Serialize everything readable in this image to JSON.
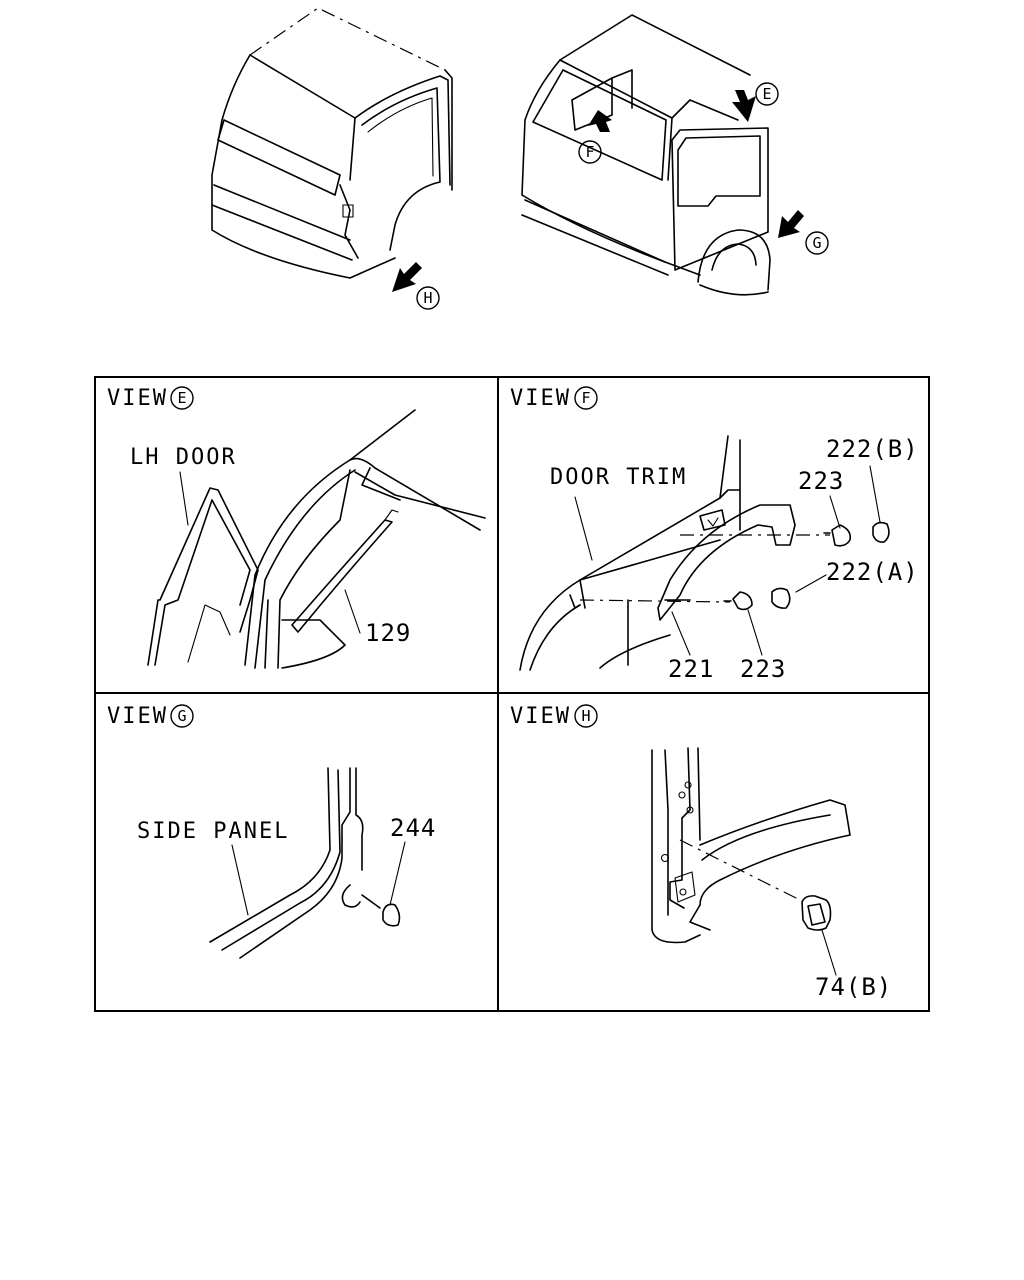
{
  "overview": {
    "view_markers": [
      "E",
      "F",
      "G",
      "H"
    ]
  },
  "views": [
    {
      "id": "E",
      "prefix": "VIEW",
      "marker": "E",
      "labels": [
        "LH DOOR"
      ],
      "parts": [
        "129"
      ]
    },
    {
      "id": "F",
      "prefix": "VIEW",
      "marker": "F",
      "labels": [
        "DOOR TRIM"
      ],
      "parts": [
        "222(B)",
        "223",
        "222(A)",
        "221",
        "223"
      ]
    },
    {
      "id": "G",
      "prefix": "VIEW",
      "marker": "G",
      "labels": [
        "SIDE PANEL"
      ],
      "parts": [
        "244"
      ]
    },
    {
      "id": "H",
      "prefix": "VIEW",
      "marker": "H",
      "labels": [],
      "parts": [
        "74(B)"
      ]
    }
  ],
  "icons": [
    "arrow-marker-icon",
    "circle-letter-icon"
  ],
  "colors": {
    "line": "#000000",
    "background": "#ffffff"
  }
}
